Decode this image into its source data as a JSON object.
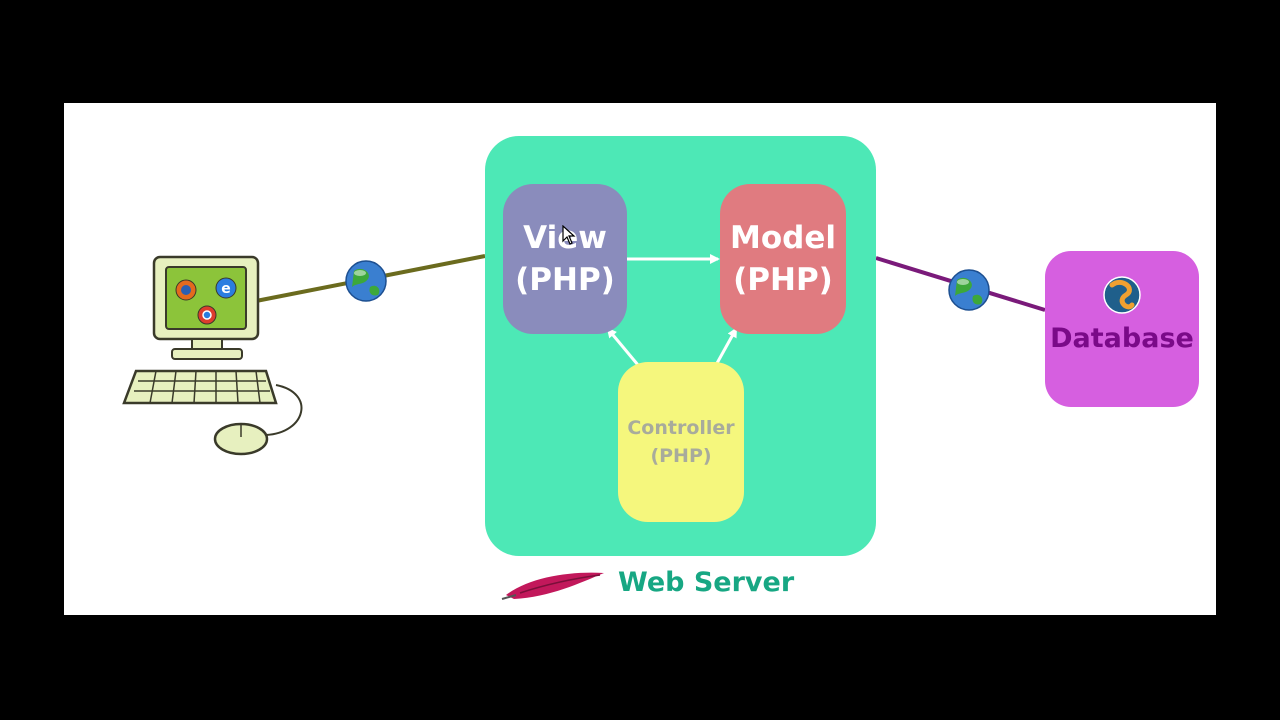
{
  "diagram": {
    "nodes": {
      "view": {
        "line1": "View",
        "line2": "(PHP)"
      },
      "model": {
        "line1": "Model",
        "line2": "(PHP)"
      },
      "controller": {
        "line1": "Controller",
        "line2": "(PHP)"
      },
      "database": {
        "label": "Database"
      }
    },
    "server_label": "Web Server",
    "colors": {
      "web_server": "#4de8b6",
      "view": "#8a8cbc",
      "model": "#e07b80",
      "controller": "#f5f77d",
      "database": "#d65fe0",
      "client_link": "#6b6b1e",
      "db_link": "#7a1a7a"
    },
    "edges": [
      {
        "from": "client-computer",
        "to": "web-server",
        "via": "globe-icon"
      },
      {
        "from": "web-server",
        "to": "database",
        "via": "globe-icon"
      },
      {
        "from": "view",
        "to": "model"
      },
      {
        "from": "controller",
        "to": "view"
      },
      {
        "from": "controller",
        "to": "model"
      }
    ],
    "icons": [
      "computer-icon",
      "browser-icons",
      "globe-icon",
      "apache-feather-icon",
      "database-logo-icon",
      "mouse-cursor-icon"
    ]
  }
}
